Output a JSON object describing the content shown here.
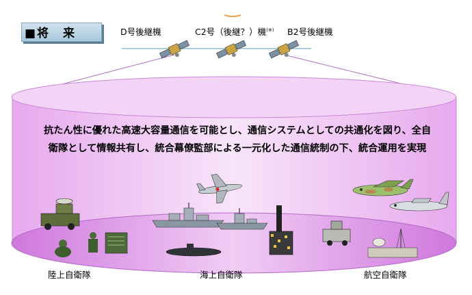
{
  "header": {
    "title": "■将　来"
  },
  "satellites": [
    {
      "label": "D号後継機"
    },
    {
      "label": "C2号（後継？）機",
      "note": "(※)"
    },
    {
      "label": "B2号後継機"
    }
  ],
  "mission": {
    "line1": "抗たん性に優れた高速大容量通信を可能とし、通信システムとしての共通化を図り、全自",
    "line2": "衛隊として情報共有し、統合幕僚監部による一元化した通信統制の下、統合運用を実現"
  },
  "forces": [
    {
      "label": "陸上自衛隊"
    },
    {
      "label": "海上自衛隊"
    },
    {
      "label": "航空自衛隊"
    }
  ],
  "colors": {
    "cylinder": "#e9b6ef",
    "cylinder_edge": "#c987d8",
    "header": "#b9d5e4"
  }
}
